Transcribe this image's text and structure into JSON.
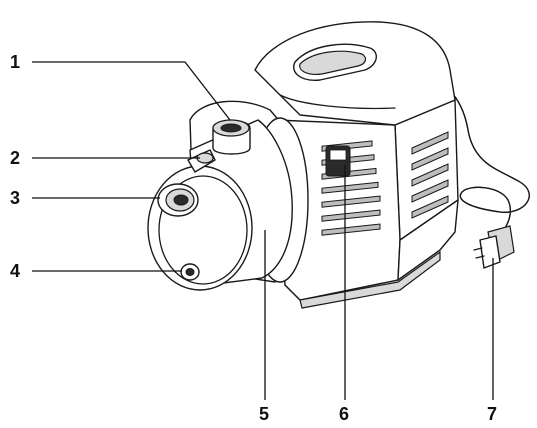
{
  "diagram": {
    "parts": [
      {
        "number": "1"
      },
      {
        "number": "2"
      },
      {
        "number": "3"
      },
      {
        "number": "4"
      },
      {
        "number": "5"
      },
      {
        "number": "6"
      },
      {
        "number": "7"
      }
    ]
  }
}
